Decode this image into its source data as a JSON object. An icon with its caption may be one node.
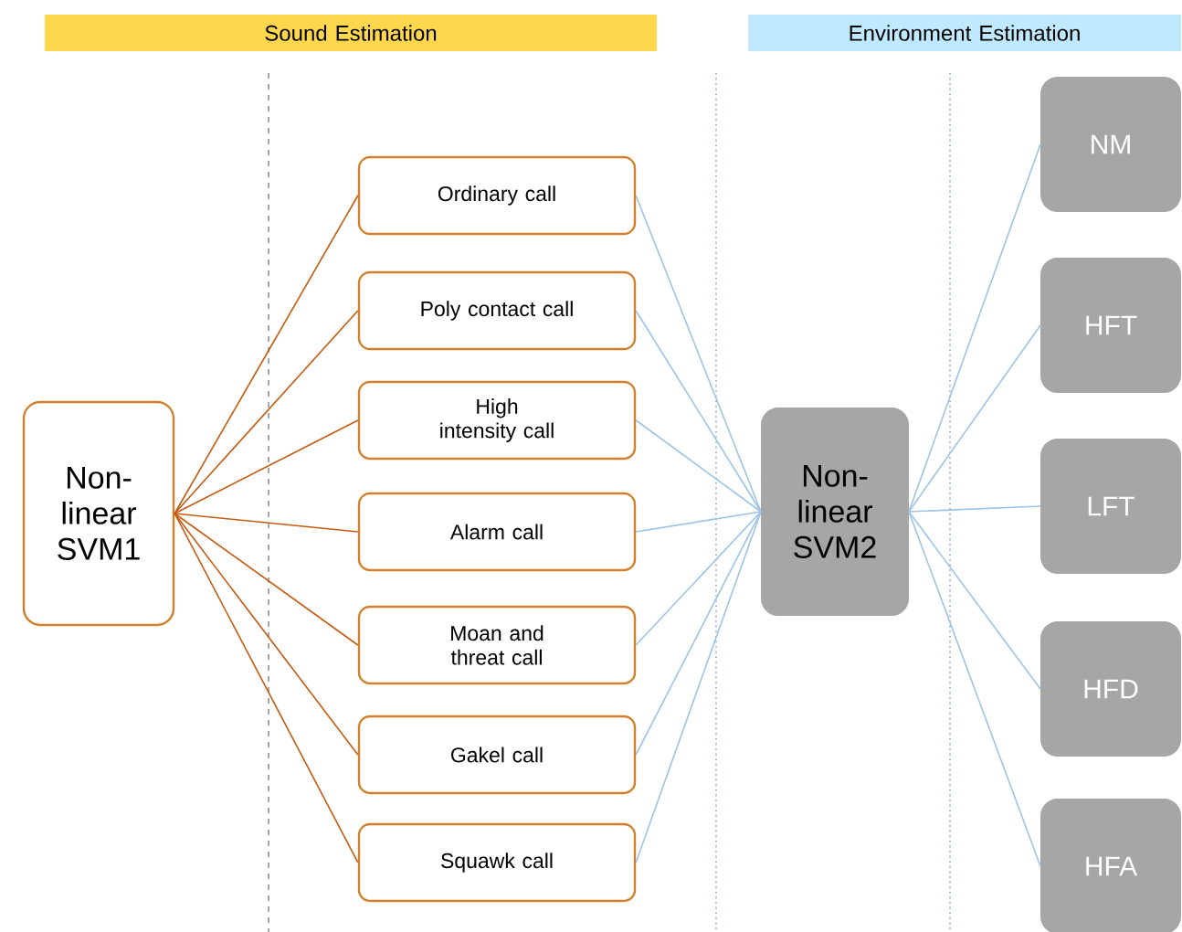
{
  "diagram": {
    "nodes": [
      {
        "text": [
          "Sound Estimation"
        ]
      },
      {
        "text": [
          "Environment Estimation"
        ]
      },
      {
        "text": [
          "Non-linear SVM1"
        ]
      },
      {
        "text": [
          "Ordinary call"
        ]
      },
      {
        "text": [
          "Poly contact call"
        ]
      },
      {
        "text": [
          "High intensity call"
        ]
      },
      {
        "text": [
          "Alarm call"
        ]
      },
      {
        "text": [
          "Moan and threat call"
        ]
      },
      {
        "text": [
          "Gakel call"
        ]
      },
      {
        "text": [
          "Squawk call"
        ]
      },
      {
        "text": [
          "Non-linear SVM2"
        ]
      },
      {
        "text": [
          "NM"
        ]
      },
      {
        "text": [
          "HFT"
        ]
      },
      {
        "text": [
          "LFT"
        ]
      },
      {
        "text": [
          "HFD"
        ]
      },
      {
        "text": [
          "HFA"
        ]
      }
    ],
    "edges": [
      {
        "from": 2,
        "to": 3,
        "arrow": "none",
        "color": "#c55a11"
      },
      {
        "from": 2,
        "to": 4,
        "arrow": "none",
        "color": "#c55a11"
      },
      {
        "from": 2,
        "to": 5,
        "arrow": "none",
        "color": "#c55a11"
      },
      {
        "from": 2,
        "to": 6,
        "arrow": "none",
        "color": "#c55a11"
      },
      {
        "from": 2,
        "to": 7,
        "arrow": "none",
        "color": "#c55a11"
      },
      {
        "from": 2,
        "to": 8,
        "arrow": "none",
        "color": "#c55a11"
      },
      {
        "from": 2,
        "to": 9,
        "arrow": "none",
        "color": "#c55a11"
      },
      {
        "from": 3,
        "to": 10,
        "arrow": "none"
      },
      {
        "from": 4,
        "to": 10,
        "arrow": "none"
      },
      {
        "from": 5,
        "to": 10,
        "arrow": "none"
      },
      {
        "from": 6,
        "to": 10,
        "arrow": "none"
      },
      {
        "from": 7,
        "to": 10,
        "arrow": "none"
      },
      {
        "from": 8,
        "to": 10,
        "arrow": "none"
      },
      {
        "from": 9,
        "to": 10,
        "arrow": "none"
      },
      {
        "from": 10,
        "to": 11,
        "arrow": "none"
      },
      {
        "from": 10,
        "to": 12,
        "arrow": "none"
      },
      {
        "from": 10,
        "to": 13,
        "arrow": "none"
      },
      {
        "from": 10,
        "to": 14,
        "arrow": "none"
      },
      {
        "from": 10,
        "to": 15,
        "arrow": "none"
      }
    ]
  }
}
